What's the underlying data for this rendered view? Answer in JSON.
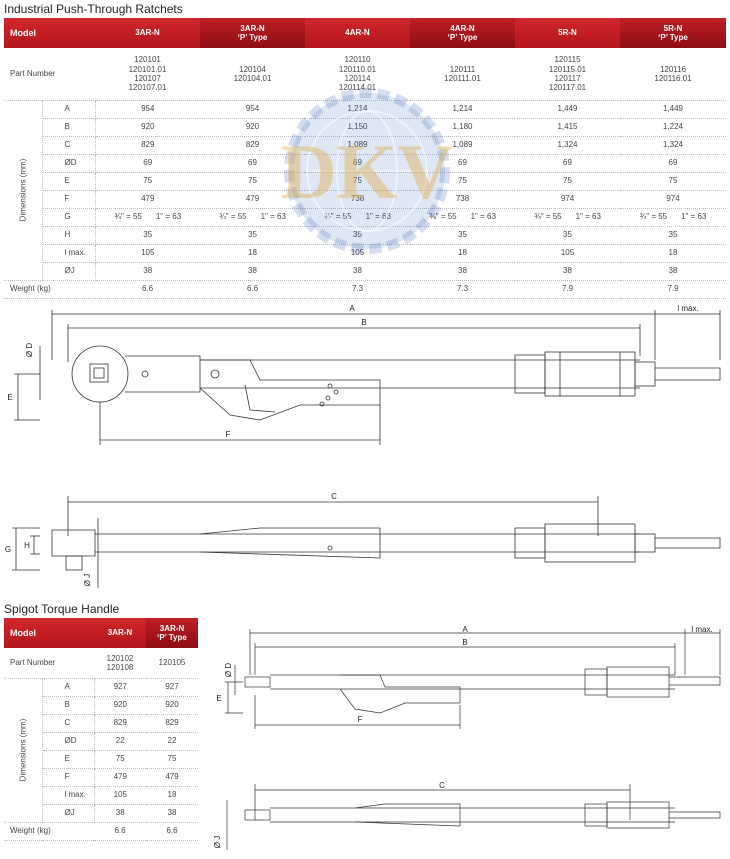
{
  "section1": {
    "title": "Industrial Push-Through Ratchets",
    "model_label": "Model",
    "headers": [
      {
        "line1": "3AR-N",
        "line2": ""
      },
      {
        "line1": "3AR-N",
        "line2": "‘P’ Type"
      },
      {
        "line1": "4AR-N",
        "line2": ""
      },
      {
        "line1": "4AR-N",
        "line2": "‘P’ Type"
      },
      {
        "line1": "5R-N",
        "line2": ""
      },
      {
        "line1": "5R-N",
        "line2": "‘P’ Type"
      }
    ],
    "part_number_label": "Part Number",
    "part_numbers": [
      [
        "120101",
        "120101.01",
        "120107",
        "120107.01"
      ],
      [
        "120104",
        "120104.01"
      ],
      [
        "120110",
        "120110.01",
        "120114",
        "120114.01"
      ],
      [
        "120111",
        "120111.01"
      ],
      [
        "120115",
        "120115.01",
        "120117",
        "120117.01"
      ],
      [
        "120116",
        "120116.01"
      ]
    ],
    "dimensions_label": "Dimensions (mm)",
    "dims": [
      {
        "label": "A",
        "values": [
          "954",
          "954",
          "1,214",
          "1,214",
          "1,449",
          "1,449"
        ]
      },
      {
        "label": "B",
        "values": [
          "920",
          "920",
          "1,150",
          "1,180",
          "1,415",
          "1,224"
        ]
      },
      {
        "label": "C",
        "values": [
          "829",
          "829",
          "1,089",
          "1,089",
          "1,324",
          "1,324"
        ]
      },
      {
        "label": "ØD",
        "values": [
          "69",
          "69",
          "69",
          "69",
          "69",
          "69"
        ]
      },
      {
        "label": "E",
        "values": [
          "75",
          "75",
          "75",
          "75",
          "75",
          "75"
        ]
      },
      {
        "label": "F",
        "values": [
          "479",
          "479",
          "738",
          "738",
          "974",
          "974"
        ]
      },
      {
        "label": "G",
        "values": [
          [
            "¾\" = 55",
            "1\" = 63"
          ],
          [
            "¾\" = 55",
            "1\" = 63"
          ],
          [
            "¾\" = 55",
            "1\" = 63"
          ],
          [
            "¾\" = 55",
            "1\" = 63"
          ],
          [
            "¾\" = 55",
            "1\" = 63"
          ],
          [
            "¾\" = 55",
            "1\" = 63"
          ]
        ]
      },
      {
        "label": "H",
        "values": [
          "35",
          "35",
          "35",
          "35",
          "35",
          "35"
        ]
      },
      {
        "label": "l max.",
        "values": [
          "105",
          "18",
          "105",
          "18",
          "105",
          "18"
        ]
      },
      {
        "label": "ØJ",
        "values": [
          "38",
          "38",
          "38",
          "38",
          "38",
          "38"
        ]
      }
    ],
    "weight_label": "Weight (kg)",
    "weights": [
      "6.6",
      "6.6",
      "7.3",
      "7.3",
      "7.9",
      "7.9"
    ]
  },
  "section2": {
    "title": "Spigot Torque Handle",
    "model_label": "Model",
    "headers": [
      {
        "line1": "3AR-N",
        "line2": ""
      },
      {
        "line1": "3AR-N",
        "line2": "‘P’ Type"
      }
    ],
    "part_number_label": "Part Number",
    "part_numbers": [
      [
        "120102",
        "120108"
      ],
      [
        "120105"
      ]
    ],
    "dimensions_label": "Dimensions (mm)",
    "dims": [
      {
        "label": "A",
        "values": [
          "927",
          "927"
        ]
      },
      {
        "label": "B",
        "values": [
          "920",
          "920"
        ]
      },
      {
        "label": "C",
        "values": [
          "829",
          "829"
        ]
      },
      {
        "label": "ØD",
        "values": [
          "22",
          "22"
        ]
      },
      {
        "label": "E",
        "values": [
          "75",
          "75"
        ]
      },
      {
        "label": "F",
        "values": [
          "479",
          "479"
        ]
      },
      {
        "label": "l max.",
        "values": [
          "105",
          "18"
        ]
      },
      {
        "label": "ØJ",
        "values": [
          "38",
          "38"
        ]
      }
    ],
    "weight_label": "Weight (kg)",
    "weights": [
      "6.6",
      "6.6"
    ]
  },
  "drawings": {
    "labels": {
      "A": "A",
      "B": "B",
      "C": "C",
      "D": "Ø D",
      "E": "E",
      "F": "F",
      "G": "G",
      "H": "H",
      "J": "Ø J",
      "lmax": "l max."
    }
  },
  "watermark": {
    "text": "DKV"
  },
  "colors": {
    "header_red": "#c41e24",
    "header_dark_red": "#8e0d14",
    "watermark_blue": "#3a63b8",
    "watermark_gold": "#e0b25a"
  }
}
